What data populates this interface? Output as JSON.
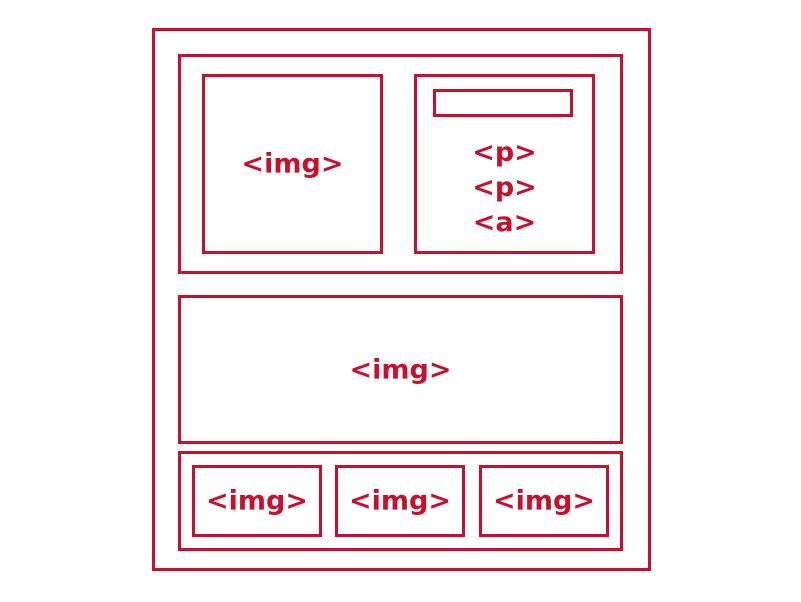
{
  "accent_color": "#c8102e",
  "hero": {
    "image_tag": "<img>",
    "text_block": {
      "heading_placeholder": "",
      "lines": [
        "<p>",
        "<p>",
        "<a>"
      ]
    }
  },
  "banner": {
    "image_tag": "<img>"
  },
  "thumbnails": {
    "items": [
      "<img>",
      "<img>",
      "<img>"
    ]
  }
}
